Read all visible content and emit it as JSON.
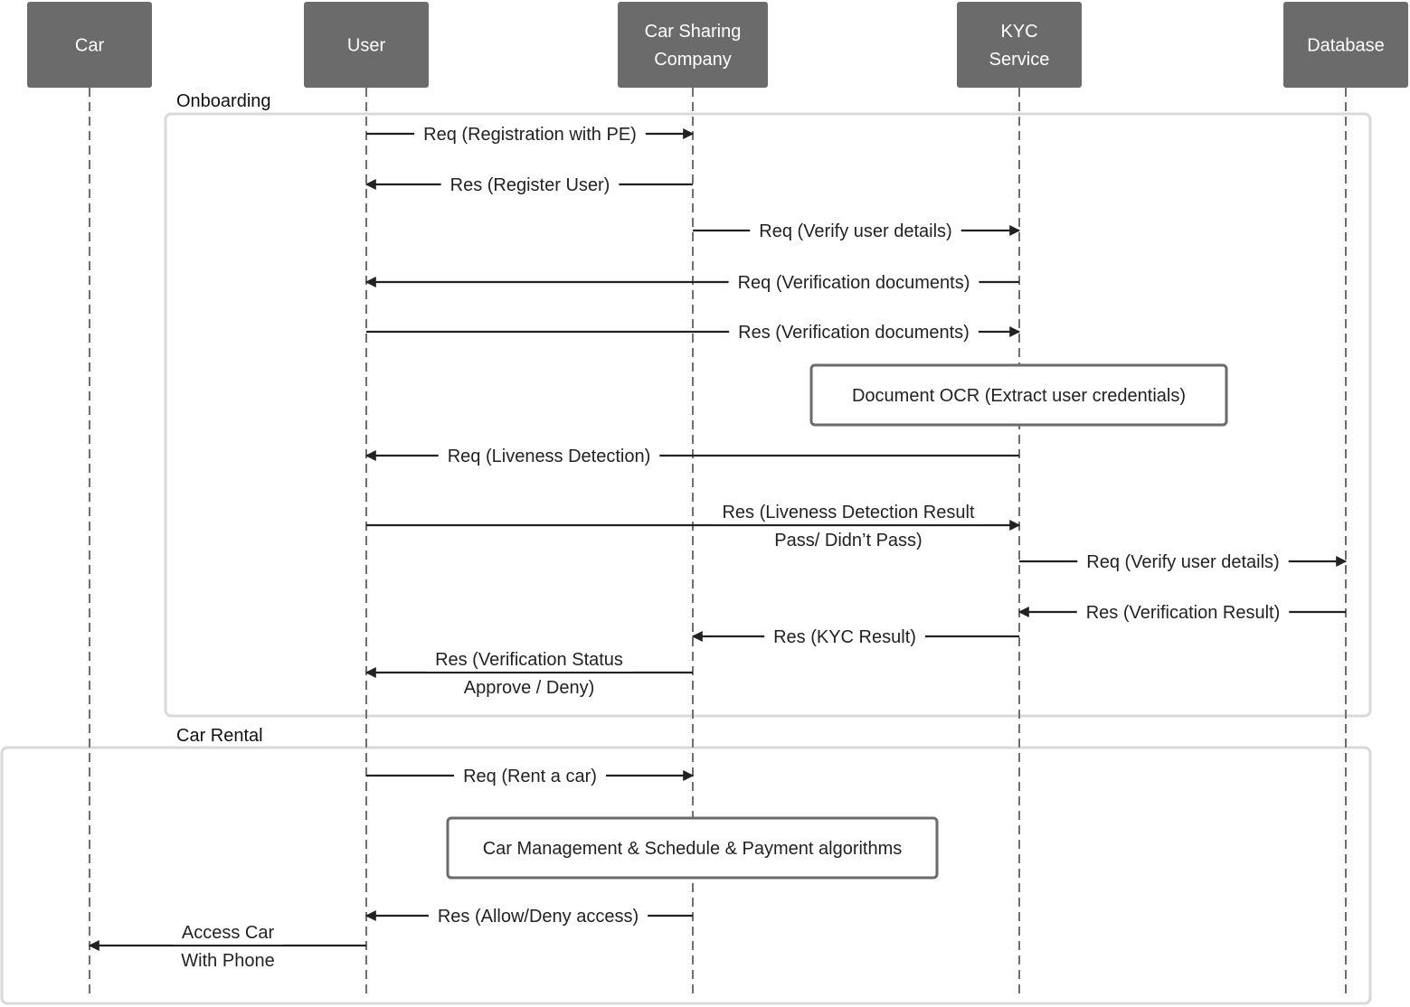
{
  "actors": [
    {
      "id": "car",
      "lines": [
        "Car"
      ]
    },
    {
      "id": "user",
      "lines": [
        "User"
      ]
    },
    {
      "id": "company",
      "lines": [
        "Car Sharing",
        "Company"
      ]
    },
    {
      "id": "kyc",
      "lines": [
        "KYC",
        "Service"
      ]
    },
    {
      "id": "database",
      "lines": [
        "Database"
      ]
    }
  ],
  "groups": [
    {
      "id": "onboarding",
      "label": "Onboarding"
    },
    {
      "id": "car-rental",
      "label": "Car Rental"
    }
  ],
  "messages": [
    {
      "id": "req-registration",
      "from": "user",
      "to": "company",
      "lines": [
        "Req (Registration with PE)"
      ]
    },
    {
      "id": "res-register-user",
      "from": "company",
      "to": "user",
      "lines": [
        "Res (Register User)"
      ]
    },
    {
      "id": "req-verify-user-details",
      "from": "company",
      "to": "kyc",
      "lines": [
        "Req (Verify user details)"
      ]
    },
    {
      "id": "req-verification-documents",
      "from": "kyc",
      "to": "user",
      "lines": [
        "Req (Verification documents)"
      ]
    },
    {
      "id": "res-verification-documents",
      "from": "user",
      "to": "kyc",
      "lines": [
        "Res (Verification documents)"
      ]
    },
    {
      "id": "req-liveness-detection",
      "from": "kyc",
      "to": "user",
      "lines": [
        "Req (Liveness Detection)"
      ]
    },
    {
      "id": "res-liveness-result",
      "from": "user",
      "to": "kyc",
      "lines": [
        "Res (Liveness Detection Result",
        "Pass/ Didn’t Pass)"
      ]
    },
    {
      "id": "req-verify-user-details-db",
      "from": "kyc",
      "to": "database",
      "lines": [
        "Req (Verify user details)"
      ]
    },
    {
      "id": "res-verification-result",
      "from": "database",
      "to": "kyc",
      "lines": [
        "Res (Verification Result)"
      ]
    },
    {
      "id": "res-kyc-result",
      "from": "kyc",
      "to": "company",
      "lines": [
        "Res (KYC Result)"
      ]
    },
    {
      "id": "res-verification-status",
      "from": "company",
      "to": "user",
      "lines": [
        "Res (Verification Status",
        "Approve / Deny)"
      ]
    },
    {
      "id": "req-rent-car",
      "from": "user",
      "to": "company",
      "lines": [
        "Req (Rent a car)"
      ]
    },
    {
      "id": "res-allow-deny-access",
      "from": "company",
      "to": "user",
      "lines": [
        "Res (Allow/Deny access)"
      ]
    },
    {
      "id": "access-car-with-phone",
      "from": "user",
      "to": "car",
      "lines": [
        "Access Car",
        "With Phone"
      ]
    }
  ],
  "notes": [
    {
      "id": "document-ocr",
      "text": "Document OCR (Extract user credentials)"
    },
    {
      "id": "car-management",
      "text": "Car Management & Schedule & Payment algorithms"
    }
  ],
  "colors": {
    "actor_fill": "#6b6b6b",
    "lifeline": "#6f6f6f",
    "arrow": "#222222",
    "group_border": "#d9d9d9",
    "note_border": "#6b6b6b"
  }
}
